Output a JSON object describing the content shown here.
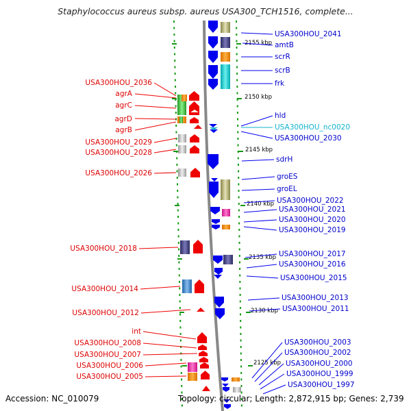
{
  "title": "Staphylococcus aureus subsp. aureus USA300_TCH1516, complete...",
  "footer": {
    "accession": "Accession: NC_010079",
    "topology": "Topology: circular; Length: 2,872,915 bp; Genes: 2,739"
  },
  "colors": {
    "forward": "#ee0000",
    "reverse": "#0000ee",
    "ncrna": "#11b3cc",
    "backbone": "#888888",
    "tick": "#119911"
  },
  "kbp_labels": [
    "2155 kbp",
    "2150 kbp",
    "2145 kbp",
    "2140 kbp",
    "2135 kbp",
    "2130 kbp",
    "2125 kbp"
  ],
  "left_genes": [
    "USA300HOU_2036",
    "agrA",
    "agrC",
    "agrD",
    "agrB",
    "USA300HOU_2029",
    "USA300HOU_2028",
    "USA300HOU_2026",
    "USA300HOU_2018",
    "USA300HOU_2014",
    "USA300HOU_2012",
    "int",
    "USA300HOU_2008",
    "USA300HOU_2007",
    "USA300HOU_2006",
    "USA300HOU_2005"
  ],
  "right_genes": [
    "USA300HOU_2041",
    "amtB",
    "scrR",
    "scrB",
    "frk",
    "hld",
    "USA300HOU_nc0020",
    "USA300HOU_2030",
    "sdrH",
    "groES",
    "groEL",
    "USA300HOU_2022",
    "USA300HOU_2021",
    "USA300HOU_2020",
    "USA300HOU_2019",
    "USA300HOU_2017",
    "USA300HOU_2016",
    "USA300HOU_2015",
    "USA300HOU_2013",
    "USA300HOU_2011",
    "USA300HOU_2003",
    "USA300HOU_2002",
    "USA300HOU_2000",
    "USA300HOU_1999",
    "USA300HOU_1997"
  ]
}
